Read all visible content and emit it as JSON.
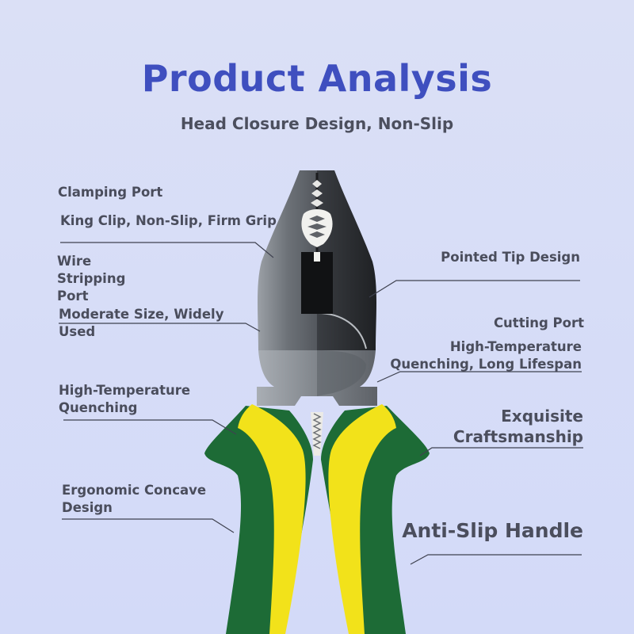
{
  "header": {
    "title": "Product Analysis",
    "subtitle": "Head Closure Design, Non-Slip"
  },
  "callouts": {
    "clamping_port": {
      "title": "Clamping Port",
      "detail": "King Clip, Non-Slip, Firm Grip"
    },
    "wire_stripping": {
      "title": "Wire Stripping Port",
      "detail": "Moderate Size, Widely Used"
    },
    "high_temp_left": {
      "title": "High-Temperature Quenching"
    },
    "ergonomic": {
      "title": "Ergonomic Concave Design"
    },
    "pointed_tip": {
      "title": "Pointed Tip Design"
    },
    "cutting_port": {
      "title": "Cutting Port",
      "detail": "High-Temperature Quenching, Long Lifespan"
    },
    "craftsmanship": {
      "title": "Exquisite Craftsmanship"
    },
    "anti_slip": {
      "title": "Anti-Slip Handle"
    }
  },
  "colors": {
    "title": "#3f4fbf",
    "text": "#4a4d5c",
    "steel_dark": "#2f3236",
    "steel_light": "#8a8f96",
    "handle_yellow": "#f2e21a",
    "handle_green": "#1d6b36"
  }
}
